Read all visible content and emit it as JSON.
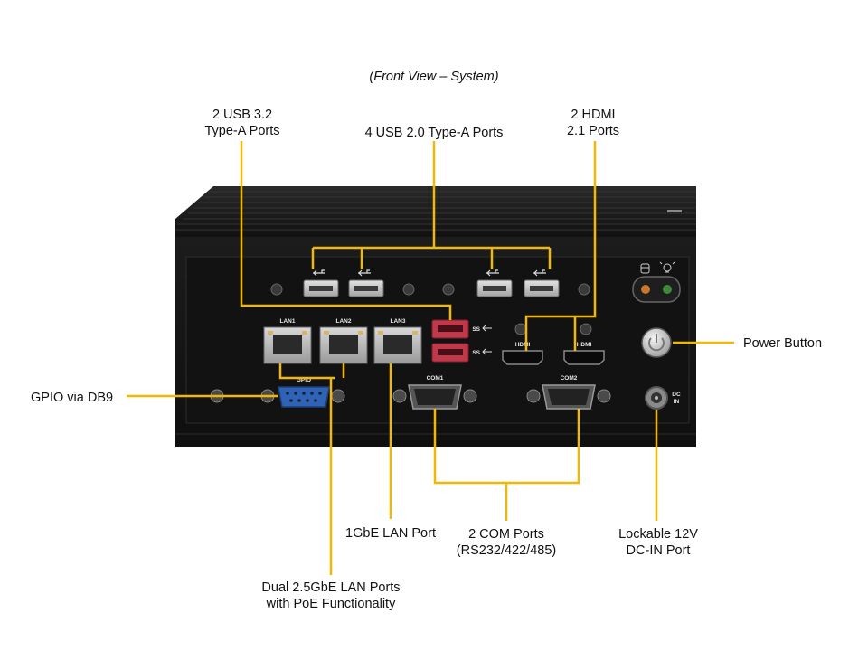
{
  "diagram": {
    "view_title": "(Front View – System)",
    "callouts": {
      "usb32": [
        "2 USB 3.2",
        "Type-A Ports"
      ],
      "usb20": "4 USB 2.0 Type-A Ports",
      "hdmi": [
        "2 HDMI",
        "2.1 Ports"
      ],
      "power": "Power Button",
      "gpio": "GPIO via DB9",
      "lan1g": "1GbE LAN Port",
      "com": [
        "2 COM Ports",
        "(RS232/422/485)"
      ],
      "dcin": [
        "Lockable 12V",
        "DC-IN Port"
      ],
      "lan25": [
        "Dual 2.5GbE LAN Ports",
        "with PoE Functionality"
      ]
    },
    "panel_silkscreen": {
      "lan1": "LAN1",
      "lan2": "LAN2",
      "lan3": "LAN3",
      "gpio": "GPIO",
      "com1": "COM1",
      "com2": "COM2",
      "hdmi": "HDMI",
      "ss": "SS",
      "dc": "DC",
      "in": "IN"
    },
    "colors": {
      "leader": "#f2b807",
      "chassis": "#161616",
      "usb3_port": "#c0394a",
      "db9_blue": "#2f63b8"
    }
  }
}
